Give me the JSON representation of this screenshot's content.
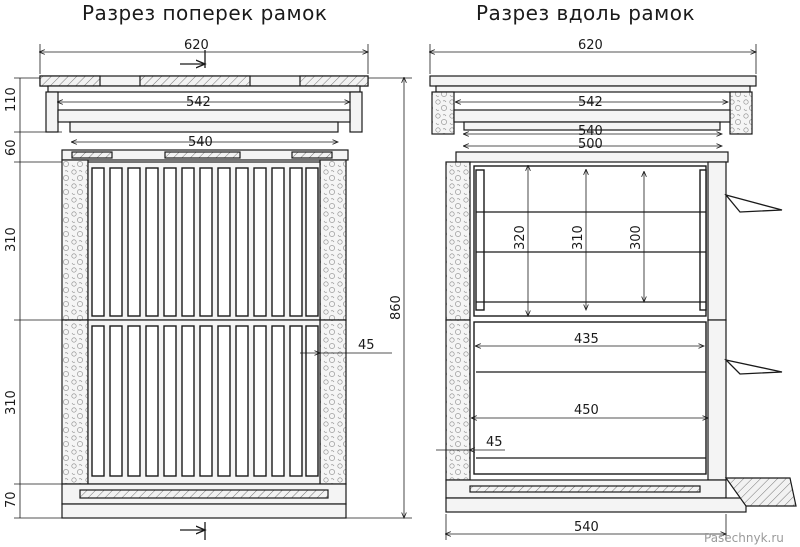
{
  "left_view": {
    "title": "Разрез поперек рамок",
    "dim_width_top": "620",
    "dim_inner_542": "542",
    "dim_inner_540": "540",
    "dim_h_110": "110",
    "dim_h_60": "60",
    "dim_h_310_a": "310",
    "dim_h_310_b": "310",
    "dim_h_70": "70",
    "dim_total_height": "860",
    "dim_wall_45": "45"
  },
  "right_view": {
    "title": "Разрез вдоль рамок",
    "dim_width_top": "620",
    "dim_inner_542": "542",
    "dim_inner_540": "540",
    "dim_inner_500": "500",
    "dim_h_320": "320",
    "dim_h_310": "310",
    "dim_h_300": "300",
    "dim_w_435": "435",
    "dim_w_450": "450",
    "dim_wall_45": "45",
    "dim_bottom_540": "540"
  },
  "watermark": "Pasechnyk.ru"
}
